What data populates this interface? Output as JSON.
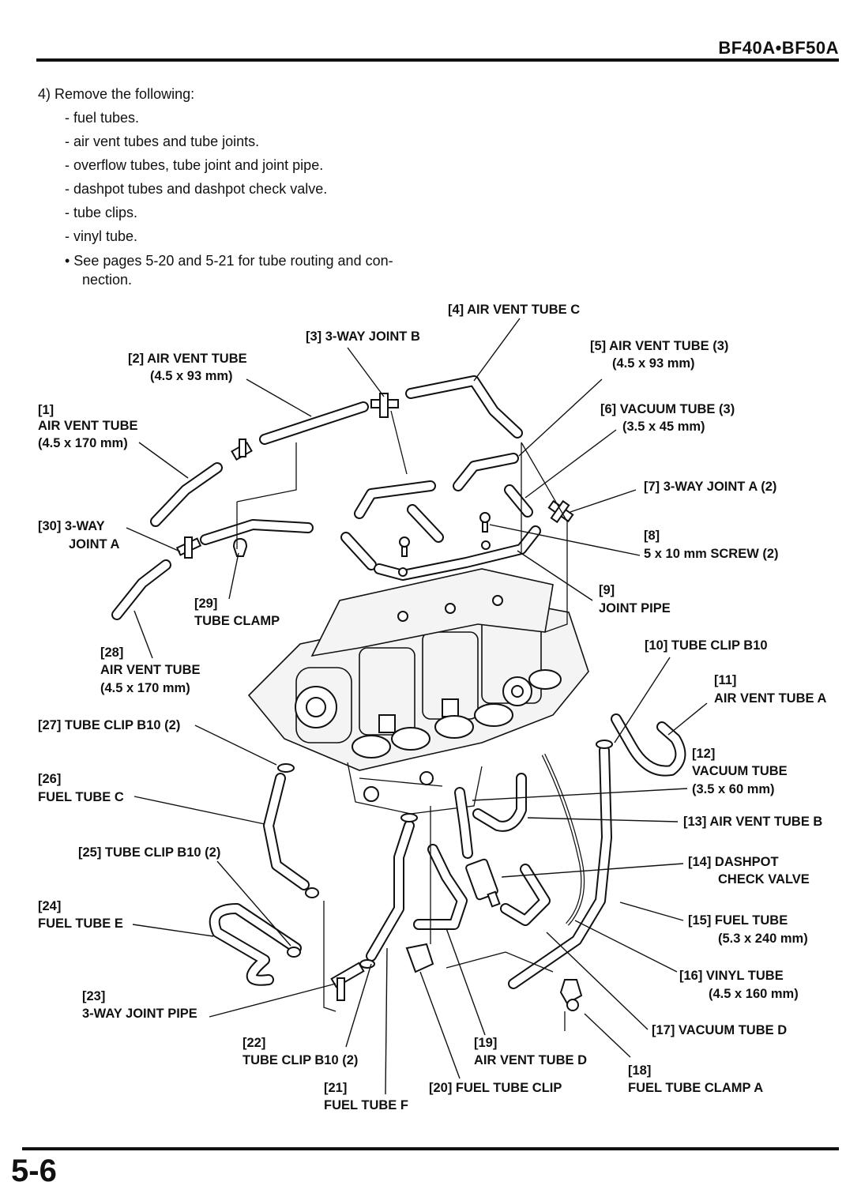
{
  "header": {
    "title": "BF40A•BF50A"
  },
  "page_number": "5-6",
  "instructions": {
    "step": "4)  Remove the following:",
    "items": [
      "- fuel tubes.",
      "- air vent tubes and tube joints.",
      "- overflow tubes, tube joint and joint pipe.",
      "- dashpot tubes and dashpot check valve.",
      "- tube clips.",
      "- vinyl tube."
    ],
    "note_line1": "• See pages 5-20 and 5-21 for tube routing and con-",
    "note_line2": "nection."
  },
  "callouts": {
    "c1_num": "[1]",
    "c1_name": "AIR VENT TUBE",
    "c1_size": "(4.5 x 170 mm)",
    "c2_name": "[2] AIR VENT TUBE",
    "c2_size": "(4.5 x 93 mm)",
    "c3": "[3] 3-WAY JOINT B",
    "c4": "[4] AIR VENT TUBE C",
    "c5_name": "[5] AIR VENT TUBE (3)",
    "c5_size": "(4.5 x 93 mm)",
    "c6_name": "[6] VACUUM TUBE (3)",
    "c6_size": "(3.5 x 45 mm)",
    "c7": "[7] 3-WAY JOINT A (2)",
    "c8_num": "[8]",
    "c8_name": "5 x 10 mm SCREW (2)",
    "c9_num": "[9]",
    "c9_name": "JOINT PIPE",
    "c10": "[10] TUBE CLIP B10",
    "c11_num": "[11]",
    "c11_name": "AIR VENT TUBE A",
    "c12_num": "[12]",
    "c12_name": "VACUUM TUBE",
    "c12_size": "(3.5 x 60 mm)",
    "c13": "[13] AIR VENT TUBE B",
    "c14_name": "[14] DASHPOT",
    "c14_name2": "CHECK VALVE",
    "c15_name": "[15] FUEL TUBE",
    "c15_size": "(5.3 x 240 mm)",
    "c16_name": "[16] VINYL TUBE",
    "c16_size": "(4.5 x 160 mm)",
    "c17": "[17] VACUUM TUBE D",
    "c18_num": "[18]",
    "c18_name": "FUEL TUBE CLAMP A",
    "c19_num": "[19]",
    "c19_name": "AIR VENT TUBE D",
    "c20": "[20] FUEL TUBE CLIP",
    "c21_num": "[21]",
    "c21_name": "FUEL TUBE F",
    "c22_num": "[22]",
    "c22_name": "TUBE CLIP B10 (2)",
    "c23_num": "[23]",
    "c23_name": "3-WAY JOINT PIPE",
    "c24_num": "[24]",
    "c24_name": "FUEL TUBE E",
    "c25": "[25] TUBE CLIP B10 (2)",
    "c26_num": "[26]",
    "c26_name": "FUEL TUBE C",
    "c27": "[27] TUBE CLIP B10 (2)",
    "c28_num": "[28]",
    "c28_name": "AIR VENT TUBE",
    "c28_size": "(4.5 x 170 mm)",
    "c29_num": "[29]",
    "c29_name": "TUBE CLAMP",
    "c30_num": "[30] 3-WAY",
    "c30_name": "JOINT A"
  }
}
